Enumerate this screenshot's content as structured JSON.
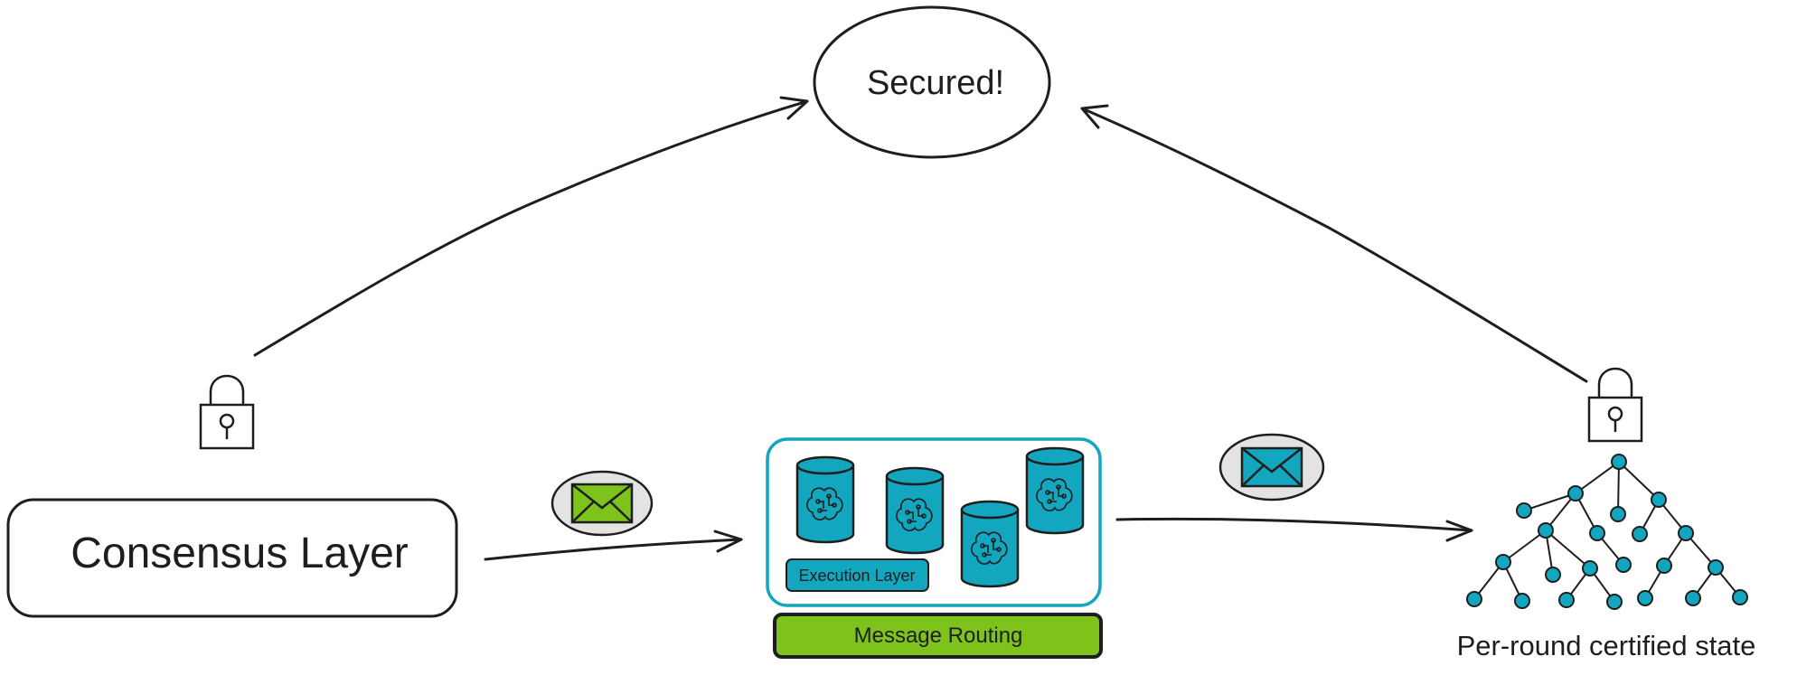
{
  "nodes": {
    "secured": {
      "label": "Secured!"
    },
    "consensus": {
      "label": "Consensus Layer"
    },
    "execution": {
      "label": "Execution Layer"
    },
    "routing": {
      "label": "Message Routing"
    },
    "state": {
      "label": "Per-round certified state"
    }
  },
  "icons": {
    "lock": "padlock-icon",
    "message": "envelope-icon",
    "canister": "database-cylinder-icon",
    "tree": "merkle-tree-icon"
  },
  "colors": {
    "stroke": "#1e1e1e",
    "teal": "#13a6bf",
    "green": "#7ec21c",
    "light_gray": "#e3e3e3"
  }
}
